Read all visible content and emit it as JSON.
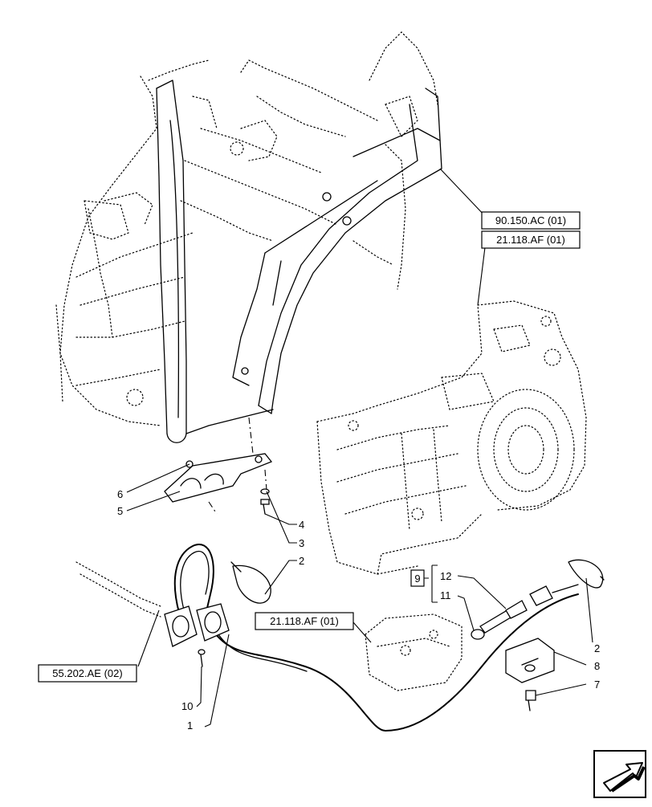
{
  "references": {
    "ref_90_150_ac": "90.150.AC (01)",
    "ref_21_118_af_top": "21.118.AF (01)",
    "ref_21_118_af_mid": "21.118.AF (01)",
    "ref_55_202_ae": "55.202.AE (02)"
  },
  "kit_box": {
    "label": "9"
  },
  "callouts": {
    "n1": "1",
    "n2a": "2",
    "n2b": "2",
    "n3": "3",
    "n4": "4",
    "n5": "5",
    "n6": "6",
    "n7": "7",
    "n8": "8",
    "n10": "10",
    "n11": "11",
    "n12": "12"
  },
  "nav_icon": "arrow-next-page-icon"
}
